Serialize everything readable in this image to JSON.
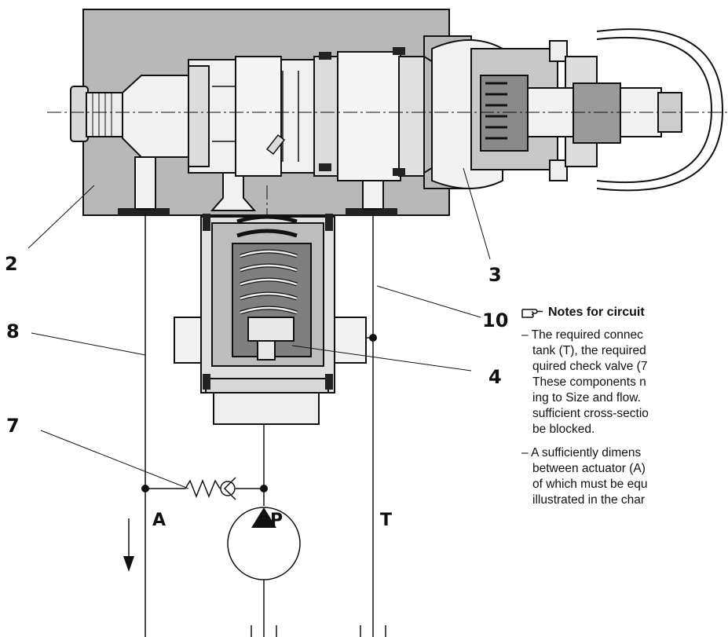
{
  "callouts": {
    "c2": "2",
    "c3": "3",
    "c4": "4",
    "c7": "7",
    "c8": "8",
    "c10": "10"
  },
  "ports": {
    "a": "A",
    "p": "P",
    "t": "T"
  },
  "notes": {
    "icon": "pointing-hand-icon",
    "title": "Notes for circuit",
    "note1": {
      "l1": "– The required connec",
      "l2": "tank (T), the required",
      "l3": "quired check valve (7",
      "l4": "These components n",
      "l5": "ing to Size and flow.",
      "l6": "sufficient cross-sectio",
      "l7": "be blocked."
    },
    "note2": {
      "l1": "– A sufficiently dimens",
      "l2": "between actuator (A)",
      "l3": "of which must be equ",
      "l4": "illustrated in the char"
    }
  },
  "colors": {
    "housing": "#b8b8b8",
    "dark_part": "#8a8a8a",
    "line": "#111111",
    "light_part": "#ececec"
  }
}
